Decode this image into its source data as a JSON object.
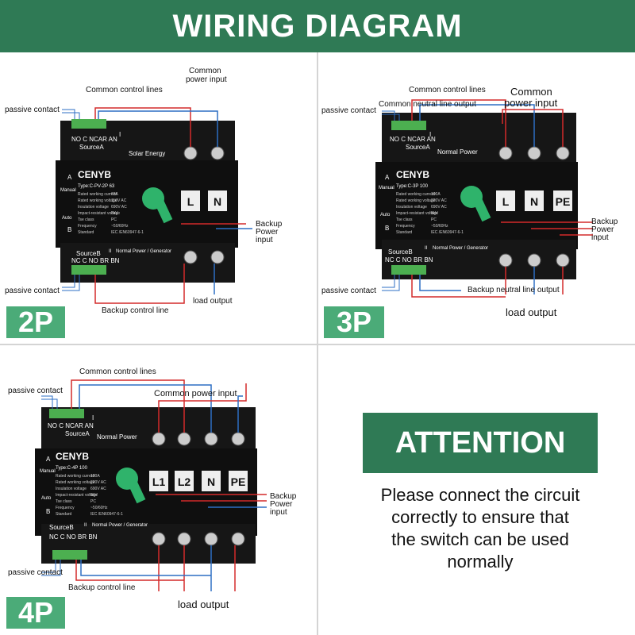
{
  "header": {
    "title": "WIRING DIAGRAM"
  },
  "colors": {
    "brand_green": "#2f7a55",
    "badge_green": "#4bab78",
    "wire_red": "#d42a2a",
    "wire_blue": "#2d6fc4",
    "terminal_green": "#4caf50",
    "handle_green": "#2fb36b"
  },
  "device": {
    "brand": "CENYB",
    "top_terminal_labels": "NO C NCAR AN",
    "source_a": "SourceA",
    "source_b": "SourceB",
    "bottom_terminal_labels": "NC C NO BR BN",
    "solar": "Solar Energy",
    "normal_power": "Normal Power",
    "normal_generator": "Normal Power / Generator",
    "manual": "Manual",
    "auto": "Auto",
    "mark_a": "A",
    "mark_b": "B",
    "mark_i": "I",
    "mark_ii": "II",
    "spec_labels": [
      "Rated working current",
      "Rated working voltage",
      "Insulation voltage",
      "Impact-resistant voltage",
      "Tse class",
      "Frequency",
      "Standard"
    ],
    "spec_values_2p": [
      "63A",
      "110V AC",
      "690V AC",
      "8kV",
      "PC",
      "~50/60Hz",
      "IEC /EN60947-6-1"
    ],
    "spec_values_3p": [
      "100A",
      "220V AC",
      "690V AC",
      "8kV",
      "PC",
      "~50/60Hz",
      "IEC /EN60947-6-1"
    ],
    "spec_values_4p": [
      "100A",
      "220V AC",
      "690V AC",
      "8kV",
      "PC",
      "~50/60Hz",
      "IEC /EN60947-6-1"
    ]
  },
  "panels": {
    "p2": {
      "badge": "2P",
      "type": "Type:C-PV-2P 63",
      "poles": [
        "L",
        "N"
      ],
      "labels": {
        "common_power_input_l1": "Common",
        "common_power_input_l2": "power input",
        "common_control_lines": "Common control lines",
        "passive_contact_top": "passive contact",
        "backup_power_input_l1": "Backup",
        "backup_power_input_l2": "Power",
        "backup_power_input_l3": "input",
        "passive_contact_bottom": "passive contact",
        "load_output": "load output",
        "backup_control_line": "Backup control line"
      }
    },
    "p3": {
      "badge": "3P",
      "type": "Type:C-3P 100",
      "poles": [
        "L",
        "N",
        "PE"
      ],
      "labels": {
        "common_control_lines": "Common control lines",
        "common_power_input_l1": "Common",
        "common_power_input_l2": "power input",
        "passive_contact_top": "passive contact",
        "common_neutral": "Common neutral line output",
        "backup_l1": "Backup",
        "backup_l2": "Power",
        "backup_l3": "input",
        "passive_contact_bottom": "passive contact",
        "backup_neutral": "Backup neutral line output",
        "load_output": "load output"
      }
    },
    "p4": {
      "badge": "4P",
      "type": "Type:C-4P 100",
      "poles": [
        "L1",
        "L2",
        "N",
        "PE"
      ],
      "labels": {
        "common_control_lines": "Common control lines",
        "passive_contact_top": "passive contact",
        "common_power_input": "Common power input",
        "backup_l1": "Backup",
        "backup_l2": "Power",
        "backup_l3": "input",
        "passive_contact_bottom": "passive contact",
        "backup_control_line": "Backup control line",
        "load_output": "load output"
      }
    }
  },
  "attention": {
    "title": "ATTENTION",
    "line1": "Please connect the circuit",
    "line2": "correctly to ensure that",
    "line3": "the switch can be used",
    "line4": "normally"
  }
}
